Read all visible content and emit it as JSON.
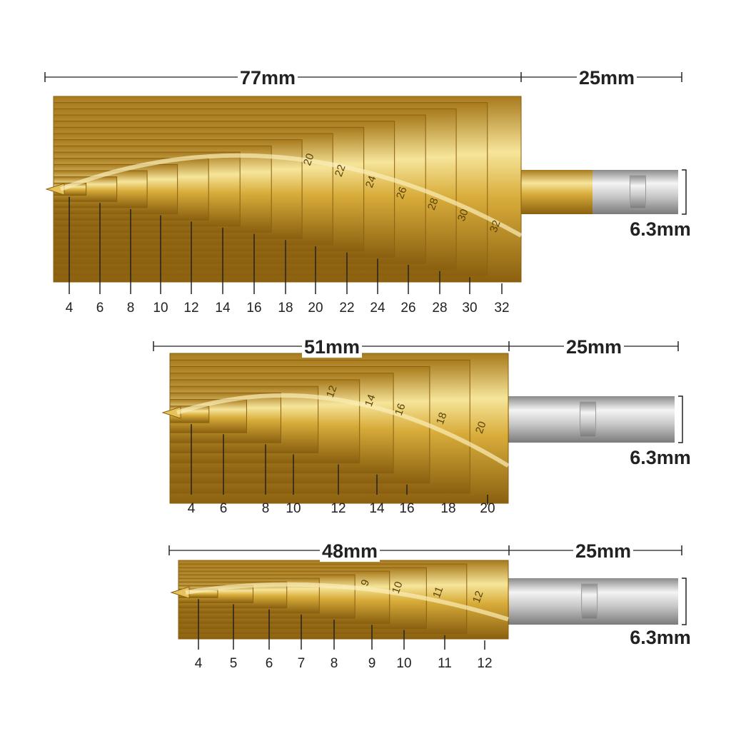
{
  "colors": {
    "gold_light": "#f6e59a",
    "gold": "#d8ac3a",
    "gold_dark": "#9a6e14",
    "steel_light": "#f2f2f2",
    "steel_dark": "#8a8a8a",
    "ink": "#222222"
  },
  "drills": [
    {
      "name": "large",
      "overall_length": "77mm",
      "shank_length": "25mm",
      "shank_diameter": "6.3mm",
      "step_labels": [
        "4",
        "6",
        "8",
        "10",
        "12",
        "14",
        "16",
        "18",
        "20",
        "22",
        "24",
        "26",
        "28",
        "30",
        "32"
      ],
      "engraved_labels": [
        "20",
        "22",
        "24",
        "26",
        "28",
        "30",
        "32"
      ]
    },
    {
      "name": "medium",
      "overall_length": "51mm",
      "shank_length": "25mm",
      "shank_diameter": "6.3mm",
      "step_labels": [
        "4",
        "6",
        "8",
        "10",
        "12",
        "14",
        "16",
        "18",
        "20"
      ],
      "engraved_labels": [
        "12",
        "14",
        "16",
        "18",
        "20"
      ]
    },
    {
      "name": "small",
      "overall_length": "48mm",
      "shank_length": "25mm",
      "shank_diameter": "6.3mm",
      "step_labels": [
        "4",
        "5",
        "6",
        "7",
        "8",
        "9",
        "10",
        "11",
        "12"
      ],
      "engraved_labels": [
        "9",
        "10",
        "11",
        "12"
      ]
    }
  ]
}
